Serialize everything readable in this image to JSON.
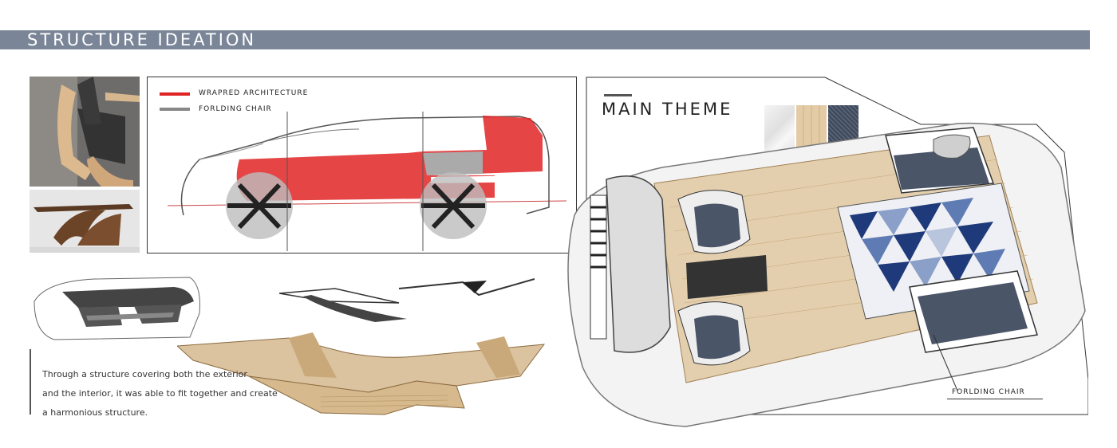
{
  "header": {
    "title": "STRUCTURE IDEATION"
  },
  "legend": {
    "items": [
      {
        "label": "WRAPRED ARCHITECTURE",
        "color": "#e02424"
      },
      {
        "label": "FORLDING CHAIR",
        "color": "#888888"
      }
    ]
  },
  "main_theme": {
    "title": "MAIN THEME",
    "swatches": [
      "marble",
      "wood",
      "fabric"
    ]
  },
  "description": {
    "lines": [
      "Through a structure covering both the exterior",
      "and the interior, it was able to fit together and create",
      "a harmonious structure."
    ]
  },
  "callout": {
    "label": "FORLDING CHAIR"
  },
  "colors": {
    "banner": "#7a8597",
    "accent_red": "#e02424",
    "wood": "#dcc3a0",
    "fabric": "#5b6b82"
  }
}
